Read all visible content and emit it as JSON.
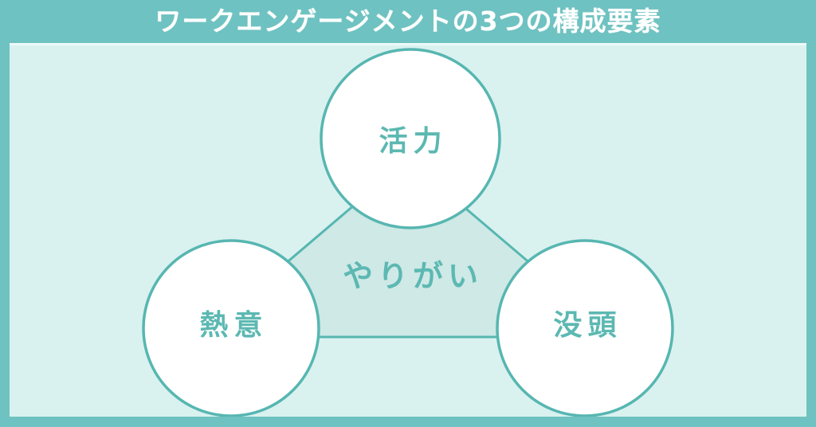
{
  "title": "ワークエンゲージメントの3つの構成要素",
  "diagram": {
    "center_label": "やりがい",
    "nodes": [
      {
        "id": "vigor",
        "label": "活力",
        "position": "top"
      },
      {
        "id": "enthusiasm",
        "label": "熱意",
        "position": "bottom-left"
      },
      {
        "id": "absorption",
        "label": "没頭",
        "position": "bottom-right"
      }
    ]
  },
  "colors": {
    "frame_teal": "#6ec2c1",
    "panel_mint": "#d9f2ef",
    "triangle_fill": "#cee9e6",
    "stroke_teal": "#57b6b1",
    "label_teal": "#5cb8b2",
    "title_text": "#ffffff"
  }
}
